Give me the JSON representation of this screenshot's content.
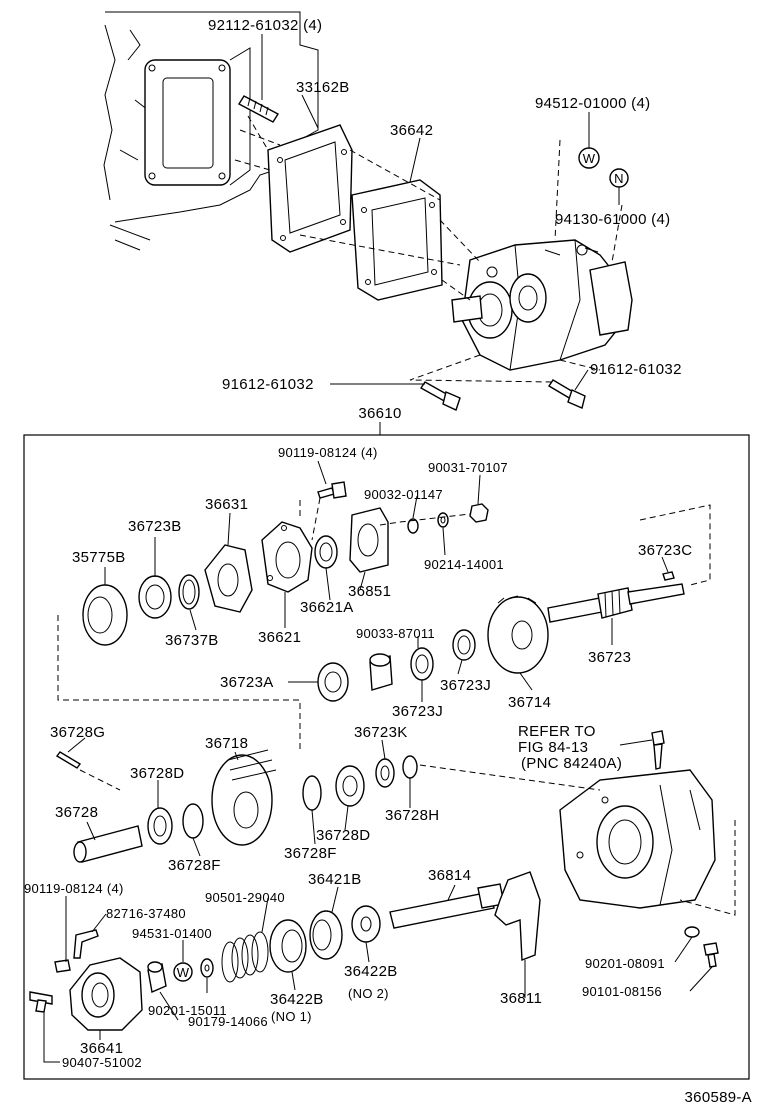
{
  "figure_id": "360589-A",
  "assembly_number": "36610",
  "refer": {
    "line1": "REFER TO",
    "line2": "FIG 84-13",
    "line3": "(PNC 84240A)"
  },
  "labels": {
    "p92112": "92112-61032 (4)",
    "p33162B": "33162B",
    "p36642": "36642",
    "p94512": "94512-01000 (4)",
    "p94130": "94130-61000 (4)",
    "p91612a": "91612-61032",
    "p91612b": "91612-61032",
    "p90119a": "90119-08124 (4)",
    "p90031": "90031-70107",
    "p90032": "90032-01147",
    "p90214": "90214-14001",
    "p36631": "36631",
    "p36723B": "36723B",
    "p35775B": "35775B",
    "p36737B": "36737B",
    "p36621": "36621",
    "p36621A": "36621A",
    "p36851": "36851",
    "p36723C": "36723C",
    "p36723": "36723",
    "p90033": "90033-87011",
    "p36714": "36714",
    "p36723A": "36723A",
    "p36723J1": "36723J",
    "p36723J2": "36723J",
    "p36728G": "36728G",
    "p36718": "36718",
    "p36723K": "36723K",
    "p36728D1": "36728D",
    "p36728D2": "36728D",
    "p36728H": "36728H",
    "p36728": "36728",
    "p36728F1": "36728F",
    "p36728F2": "36728F",
    "p90119b": "90119-08124 (4)",
    "p82716": "82716-37480",
    "p94531": "94531-01400",
    "p90501": "90501-29040",
    "p36421B": "36421B",
    "p36814": "36814",
    "p36422B1": "36422B",
    "p36422B2": "36422B",
    "no1": "(NO 1)",
    "no2": "(NO 2)",
    "p90201a": "90201-15011",
    "p90201b": "90201-08091",
    "p90101": "90101-08156",
    "p36811": "36811",
    "p36641": "36641",
    "p90179": "90179-14066",
    "p90407": "90407-51002"
  },
  "markers": {
    "washer_w1": "W",
    "nut_n": "N",
    "washer_w2": "W"
  }
}
